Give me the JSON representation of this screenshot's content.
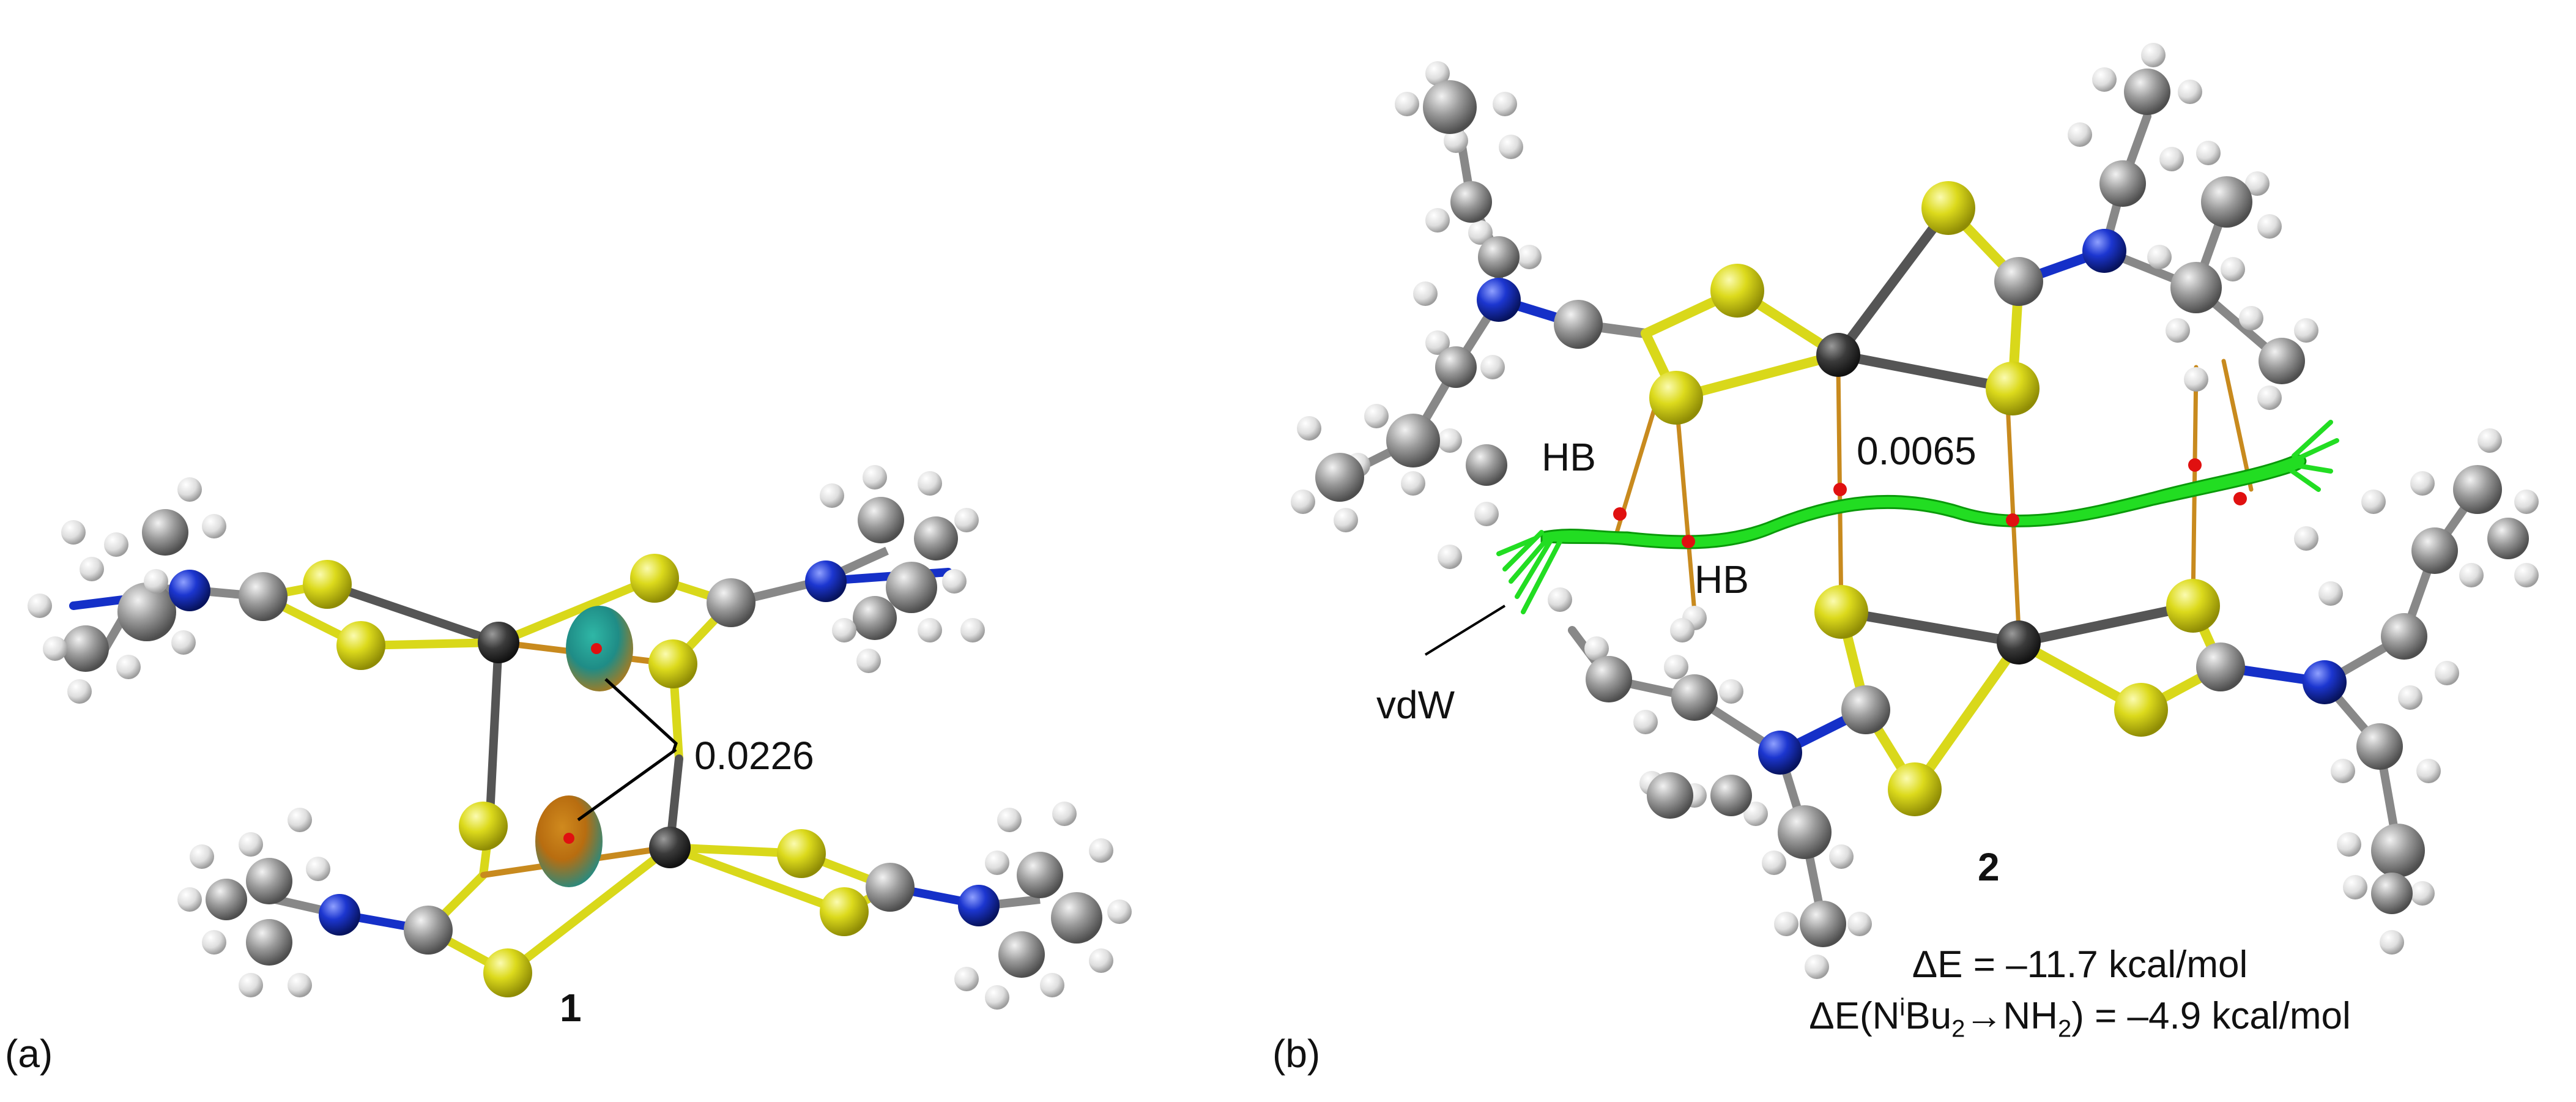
{
  "panel_a": {
    "panel_label": "(a)",
    "compound_label": "1",
    "value_label": "0.0226"
  },
  "panel_b": {
    "panel_label": "(b)",
    "compound_label": "2",
    "value_label": "0.0065",
    "hb_label_top": "HB",
    "hb_label_mid": "HB",
    "vdw_label": "vdW",
    "energy_line_1": "ΔE = –11.7 kcal/mol",
    "energy_line_2_prefix": "ΔE(N",
    "energy_line_2_sup": "i",
    "energy_line_2_mid": "Bu",
    "energy_line_2_sub1": "2",
    "energy_line_2_arrow": "→NH",
    "energy_line_2_sub2": "2",
    "energy_line_2_suffix": ") = –4.9 kcal/mol"
  },
  "colors": {
    "sulfur": "#d9d81a",
    "nitrogen": "#1530c8",
    "carbon": "#8c8c8c",
    "hydrogen": "#e6e6e6",
    "metal": "#3a3a3a",
    "bond_path": "#c88a1e",
    "critical_point": "#e01010",
    "nci_surface": "#22dd22",
    "isosurface_a": "#2a9a8a"
  }
}
